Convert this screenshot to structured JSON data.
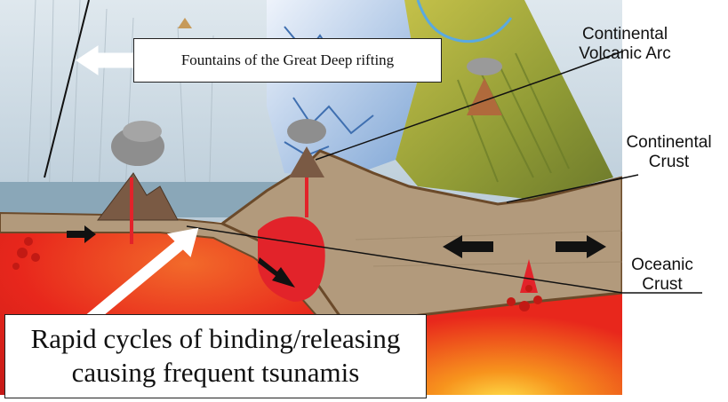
{
  "labels": {
    "continental_volcanic_arc": [
      "Continental",
      "Volcanic Arc"
    ],
    "continental_crust": [
      "Continental",
      "Crust"
    ],
    "oceanic_crust": [
      "Oceanic",
      "Crust"
    ]
  },
  "callouts": {
    "fountains": "Fountains of the Great Deep rifting",
    "rapid_cycles": [
      "Rapid cycles of binding/releasing",
      "causing frequent tsunamis"
    ]
  },
  "colors": {
    "sky": "#c9d9e6",
    "mantle": "#e8271c",
    "crust": "#b29a7c",
    "crust_edge": "#6b4a2a",
    "vegetation": "#9aa43a",
    "magma": "#e2232a"
  }
}
